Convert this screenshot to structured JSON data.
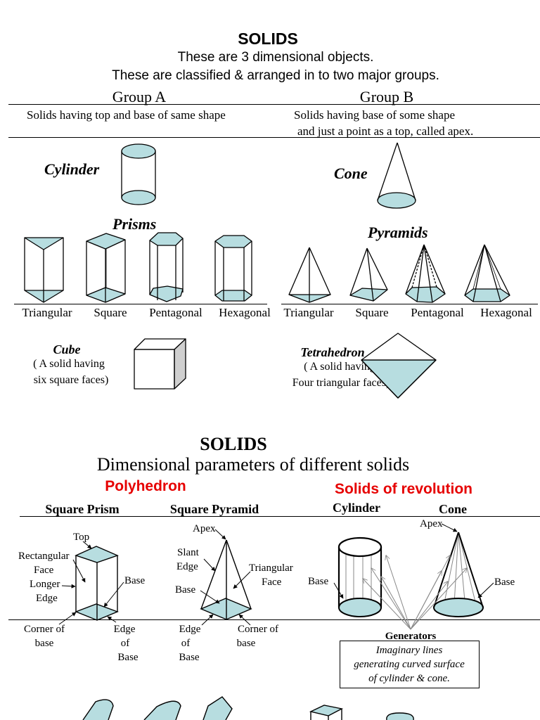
{
  "page1": {
    "title": "SOLIDS",
    "subtitle_1": "These are 3 dimensional objects.",
    "subtitle_2": "These are classified & arranged in to two major groups.",
    "group_a": {
      "heading": "Group A",
      "description": "Solids having top and base of same shape",
      "cylinder_label": "Cylinder",
      "prisms_label": "Prisms",
      "prism_types": [
        "Triangular",
        "Square",
        "Pentagonal",
        "Hexagonal"
      ],
      "cube_label": "Cube",
      "cube_desc_1": "( A solid having",
      "cube_desc_2": "six square faces)"
    },
    "group_b": {
      "heading": "Group B",
      "description_1": "Solids having base of some shape",
      "description_2": "and just a point as a top, called apex.",
      "cone_label": "Cone",
      "pyramids_label": "Pyramids",
      "pyramid_types": [
        "Triangular",
        "Square",
        "Pentagonal",
        "Hexagonal"
      ],
      "tetra_label": "Tetrahedron",
      "tetra_desc_1": "( A solid having",
      "tetra_desc_2": "Four triangular  faces)"
    }
  },
  "page2": {
    "title": "SOLIDS",
    "subtitle": "Dimensional parameters of different solids",
    "polyhedron": "Polyhedron",
    "revolution": "Solids of revolution",
    "columns": [
      "Square Prism",
      "Square Pyramid",
      "Cylinder",
      "Cone"
    ],
    "prism_labels": {
      "top": "Top",
      "rect_face_1": "Rectangular",
      "rect_face_2": "Face",
      "longer_edge_1": "Longer",
      "longer_edge_2": "Edge",
      "base": "Base",
      "corner_1": "Corner of",
      "corner_2": "base",
      "edge_1": "Edge",
      "edge_2": "of",
      "edge_3": "Base"
    },
    "pyramid_labels": {
      "apex": "Apex",
      "slant_1": "Slant",
      "slant_2": "Edge",
      "tri_face_1": "Triangular",
      "tri_face_2": "Face",
      "base": "Base",
      "edge_1": "Edge",
      "edge_2": "of",
      "edge_3": "Base",
      "corner_1": "Corner of",
      "corner_2": "base"
    },
    "revolution_labels": {
      "cyl_base": "Base",
      "apex": "Apex",
      "cone_base": "Base",
      "generators": "Generators",
      "note_1": "Imaginary lines",
      "note_2": "generating curved surface",
      "note_3": "of cylinder & cone."
    }
  },
  "colors": {
    "fill": "#b7dde0",
    "accent_red": "#e60000",
    "cube_side": "#cfcfcf"
  }
}
